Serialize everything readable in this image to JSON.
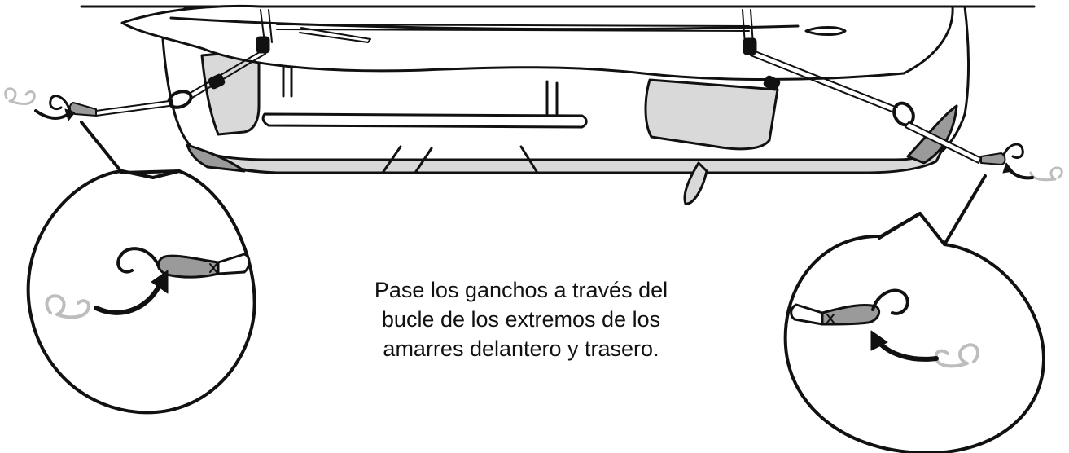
{
  "diagram": {
    "caption_lines": [
      "Pase los ganchos a través del",
      "bucle de los extremos de los",
      "amarres delantero y trasero."
    ],
    "colors": {
      "line": "#111111",
      "fill_white": "#ffffff",
      "fill_gray": "#d9d9d9",
      "fill_dark_gray": "#9a9a9a",
      "ghost_hook": "#bdbdbd",
      "arrow": "#111111"
    },
    "icons": [
      "hook-icon",
      "loop-icon",
      "curved-arrow-icon",
      "cam-buckle-icon",
      "zoom-callout-icon"
    ]
  }
}
